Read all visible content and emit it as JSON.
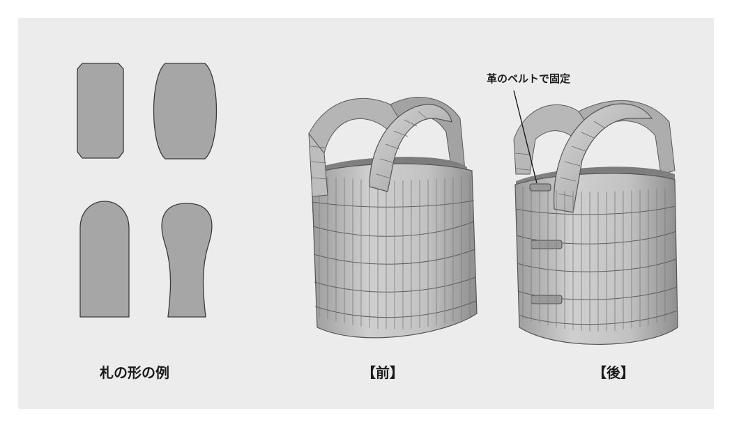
{
  "captions": {
    "shapes_label": "札の形の例",
    "front_label": "【前】",
    "back_label": "【後】",
    "belt_callout": "革のベルトで固定"
  },
  "colors": {
    "panel_background": "#ececec",
    "plate_fill": "#a6a6a6",
    "plate_stroke": "#3a3a3a",
    "armor_light": "#c9c9c9",
    "armor_mid": "#a7a7a7",
    "armor_dark": "#7d7d7d",
    "armor_line": "#5a5a5a"
  }
}
